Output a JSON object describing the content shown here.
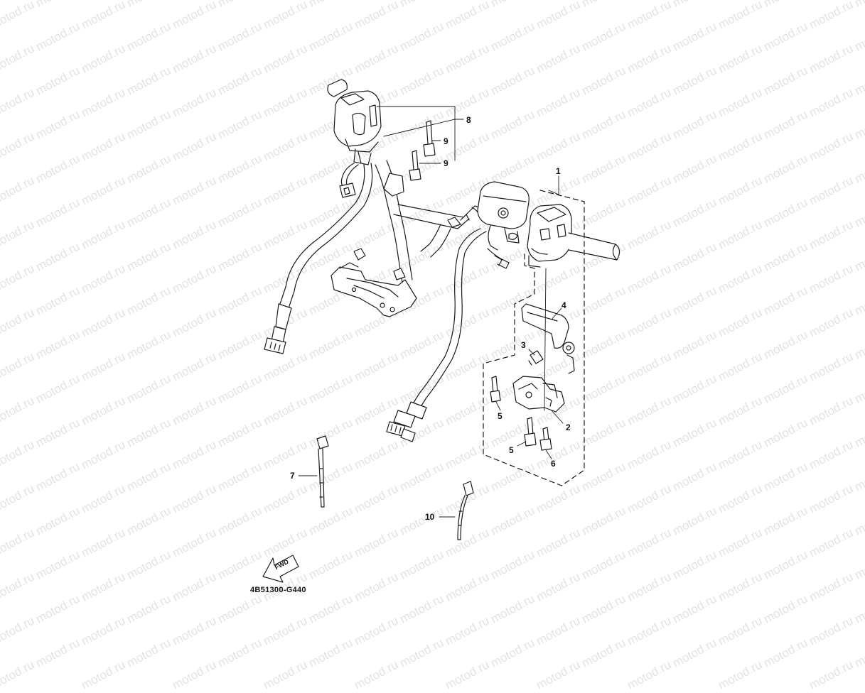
{
  "watermark": {
    "text": "motod.ru"
  },
  "diagram": {
    "code": "4B51300-G440",
    "fwd_label": "FWD",
    "callouts": {
      "c1": "1",
      "c2": "2",
      "c3": "3",
      "c4": "4",
      "c5a": "5",
      "c5b": "5",
      "c6": "6",
      "c7": "7",
      "c8": "8",
      "c9a": "9",
      "c9b": "9",
      "c10": "10"
    }
  },
  "colors": {
    "line": "#1a1a1a",
    "watermark": "#e3e3e3",
    "background": "#ffffff"
  }
}
